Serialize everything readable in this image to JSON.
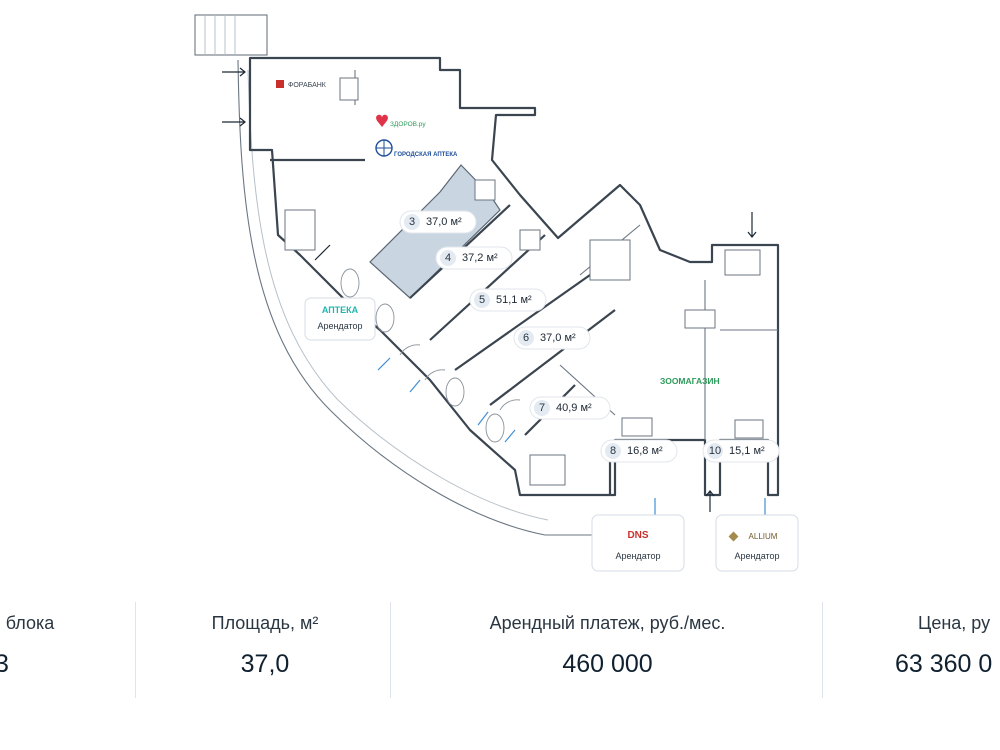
{
  "units": [
    {
      "number": "3",
      "area": "37,0 м²",
      "selected": true
    },
    {
      "number": "4",
      "area": "37,2 м²"
    },
    {
      "number": "5",
      "area": "51,1 м²"
    },
    {
      "number": "6",
      "area": "37,0 м²"
    },
    {
      "number": "7",
      "area": "40,9 м²"
    },
    {
      "number": "8",
      "area": "16,8 м²"
    },
    {
      "number": "10",
      "area": "15,1 м²"
    }
  ],
  "map_labels": {
    "forabank": "ФОРАБАНК",
    "zdorov": "ЗДОРОВ.ру",
    "morion": "ГОРОДСКАЯ АПТЕКА",
    "zoo": "ЗООМАГАЗИН"
  },
  "tenants": [
    {
      "brand": "АПТЕКА",
      "subtitle": "Арендатор"
    },
    {
      "brand": "DNS",
      "subtitle": "Арендатор"
    },
    {
      "brand": "ALLIUM",
      "subtitle": "Арендатор"
    }
  ],
  "info": {
    "block_label": "блока",
    "block_value": "3",
    "area_label": "Площадь, м²",
    "area_value": "37,0",
    "rent_label": "Арендный платеж, руб./мес.",
    "rent_value": "460 000",
    "price_label": "Цена, ру",
    "price_value": "63 360 0"
  },
  "colors": {
    "selected_fill": "#c9d6e2",
    "accent_blue": "#3f8fd6",
    "zoo_green": "#2e9a5a",
    "pharmacy_teal": "#1fb5b0"
  }
}
